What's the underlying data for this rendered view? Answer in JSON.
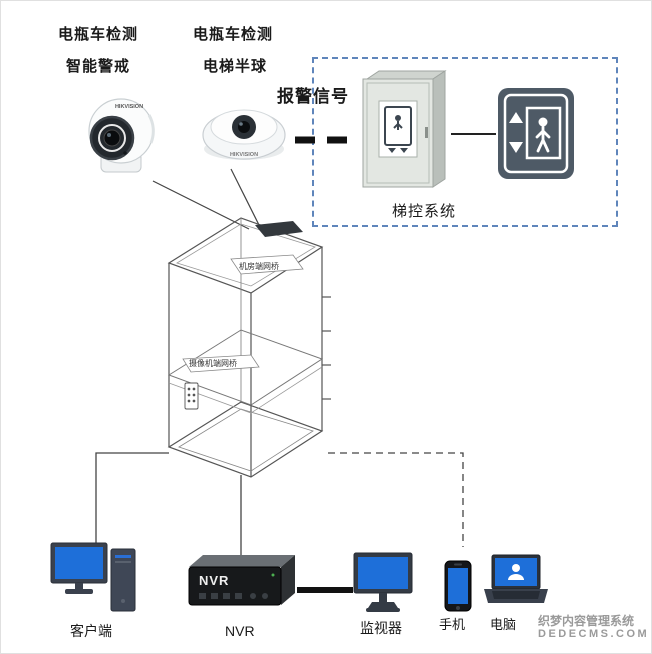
{
  "diagram": {
    "title_labels": {
      "cam1_line1": "电瓶车检测",
      "cam1_line2": "智能警戒",
      "cam2_line1": "电瓶车检测",
      "cam2_line2": "电梯半球"
    },
    "alarm_signal": "报警信号",
    "control_system_label": "梯控系统",
    "cameras": {
      "brand": "HIKVISION"
    },
    "shaft": {
      "bridge_top": "机房端网桥",
      "bridge_mid": "摄像机端网桥"
    },
    "devices": {
      "client_label": "客户端",
      "nvr_label": "NVR",
      "nvr_device_text": "NVR",
      "monitor_label": "监视器",
      "phone_label": "手机",
      "laptop_label": "电脑"
    },
    "watermark": {
      "line1": "织梦内容管理系统",
      "line2": "DEDECMS.COM"
    },
    "colors": {
      "screen_blue": "#1e6fd9",
      "dashed_box": "#5f85bb"
    }
  }
}
